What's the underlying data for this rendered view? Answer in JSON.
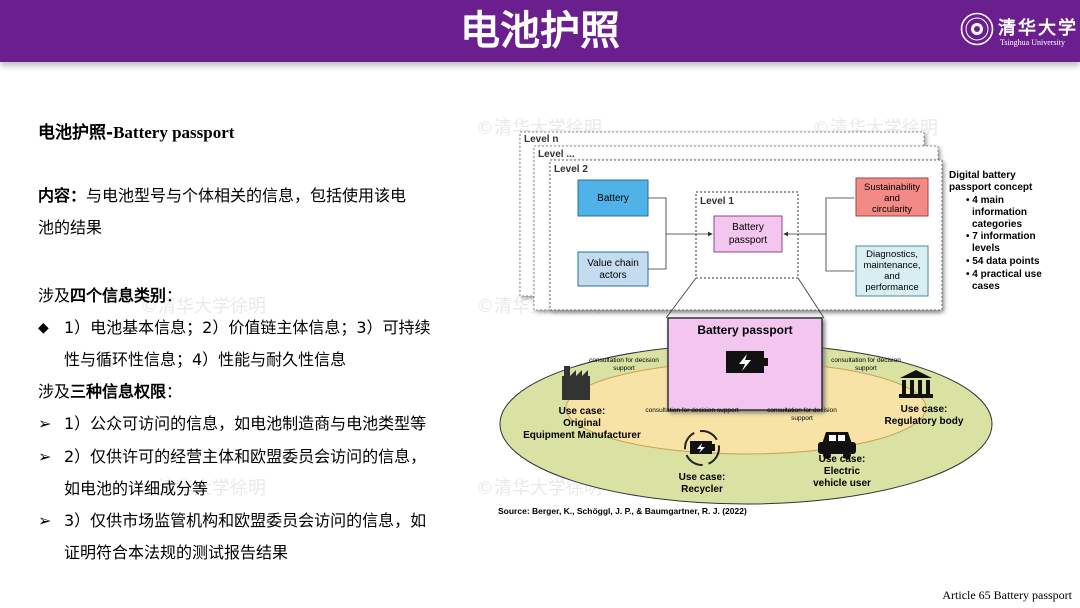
{
  "header": {
    "title": "电池护照",
    "logo": {
      "name_cn": "清华大学",
      "name_en": "Tsinghua University"
    }
  },
  "left": {
    "subtitle_cn": "电池护照-",
    "subtitle_en": "Battery passport",
    "content_label": "内容：",
    "content_line1": "与电池型号与个体相关的信息，包括使用该电",
    "content_line2": "池的结果",
    "categories_prefix": "涉及",
    "categories_bold": "四个信息类别",
    "categories_suffix": "：",
    "category_item_line1": "1）电池基本信息；2）价值链主体信息；3）可持续",
    "category_item_line2": "性与循环性信息；4）性能与耐久性信息",
    "rights_prefix": "涉及",
    "rights_bold": "三种信息权限",
    "rights_suffix": "：",
    "rights": [
      {
        "line1": "1）公众可访问的信息，如电池制造商与电池类型等",
        "line2": ""
      },
      {
        "line1": "2）仅供许可的经营主体和欧盟委员会访问的信息，",
        "line2": "如电池的详细成分等"
      },
      {
        "line1": "3）仅供市场监管机构和欧盟委员会访问的信息，如",
        "line2": "证明符合本法规的测试报告结果"
      }
    ],
    "bullet_diamond": "◆",
    "bullet_arrow": "➢"
  },
  "watermark": "©清华大学徐明",
  "diagram": {
    "level_n": "Level n",
    "level_dots": "Level ...",
    "level_2": "Level 2",
    "level_1": "Level 1",
    "battery": "Battery",
    "value_chain_1": "Value chain",
    "value_chain_2": "actors",
    "battery_passport_box_1": "Battery",
    "battery_passport_box_2": "passport",
    "sustainability_1": "Sustainability",
    "sustainability_2": "and",
    "sustainability_3": "circularity",
    "diagnostics_1": "Diagnostics,",
    "diagnostics_2": "maintenance,",
    "diagnostics_3": "and",
    "diagnostics_4": "performance",
    "concept_title_1": "Digital battery",
    "concept_title_2": "passport concept",
    "concept_items": [
      [
        "• 4 main",
        "information",
        "categories"
      ],
      [
        "• 7 information",
        "levels"
      ],
      [
        "• 54 data points"
      ],
      [
        "• 4 practical use",
        "cases"
      ]
    ],
    "big_passport": "Battery passport",
    "consult_left_1": "consultation for decision",
    "consult_left_2": "support",
    "consult_right_1": "consultation for decision",
    "consult_right_2": "support",
    "consult_mid_left": "consultation for decision support",
    "consult_mid_right_1": "consultation for decision",
    "consult_mid_right_2": "support",
    "oem_1": "Use case:",
    "oem_2": "Original",
    "oem_3": "Equipment Manufacturer",
    "regulatory_1": "Use case:",
    "regulatory_2": "Regulatory body",
    "recycler_1": "Use case:",
    "recycler_2": "Recycler",
    "ev_1": "Use case:",
    "ev_2": "Electric",
    "ev_3": "vehicle user",
    "source": "Source: Berger, K., Schöggl, J. P., & Baumgartner, R. J. (2022)",
    "colors": {
      "battery_box": "#4fb3e8",
      "sustain_box": "#f28a86",
      "diag_box": "#d9eef3",
      "value_box": "#c3dcef",
      "passport_box": "#f2c6ee",
      "ellipse": "#d9e2a3",
      "inner": "#f7e3a6"
    }
  },
  "footer": "Article  65 Battery  passport"
}
